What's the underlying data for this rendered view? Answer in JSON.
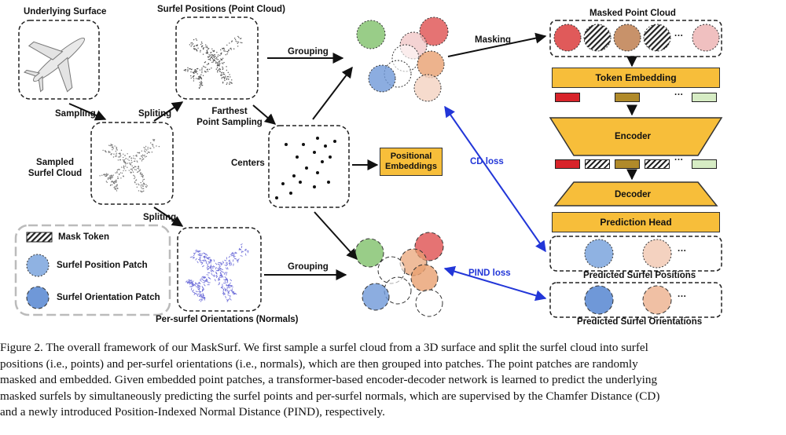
{
  "labels": {
    "underlying_surface": "Underlying Surface",
    "surfel_positions": "Surfel Positions (Point Cloud)",
    "sampling": "Sampling",
    "spliting_top": "Spliting",
    "spliting_bottom": "Spliting",
    "sampled_surfel_cloud_line1": "Sampled",
    "sampled_surfel_cloud_line2": "Surfel Cloud",
    "farthest_line1": "Farthest",
    "farthest_line2": "Point Sampling",
    "grouping_top": "Grouping",
    "grouping_bottom": "Grouping",
    "centers": "Centers",
    "positional_embeddings_line1": "Positional",
    "positional_embeddings_line2": "Embeddings",
    "masking": "Masking",
    "masked_point_cloud": "Masked Point Cloud",
    "token_embedding": "Token Embedding",
    "encoder": "Encoder",
    "decoder": "Decoder",
    "prediction_head": "Prediction Head",
    "predicted_surfel_positions": "Predicted Surfel Positions",
    "predicted_surfel_orientations": "Predicted Surfel Orientations",
    "per_surfel_orientations": "Per-surfel Orientations (Normals)",
    "cd_loss": "CD loss",
    "pind_loss": "PIND loss",
    "ellipsis": "···"
  },
  "legend": {
    "mask_token": "Mask Token",
    "surfel_position_patch": "Surfel Position Patch",
    "surfel_orientation_patch": "Surfel Orientation Patch"
  },
  "caption": {
    "line1": "Figure 2. The overall framework of our MaskSurf. We first sample a surfel cloud from a 3D surface and split the surfel cloud into surfel",
    "line2": "positions (i.e., points) and per-surfel orientations (i.e., normals), which are then grouped into patches. The point patches are randomly",
    "line3": "masked and embedded. Given embedded point patches, a transformer-based encoder-decoder network is learned to predict the underlying",
    "line4": "masked surfels by simultaneously predicting the surfel points and per-surfel normals, which are supervised by the Chamfer Distance (CD)",
    "line5": "and a newly introduced Position-Indexed Normal Distance (PIND), respectively."
  },
  "colors": {
    "accent_yellow": "#f7be3a",
    "loss_blue": "#2236d8",
    "patch_red": "#e05a5a",
    "patch_green": "#7fc06a",
    "patch_blue": "#6f98d8",
    "patch_orange": "#e8a070",
    "token_red": "#d8232a",
    "token_brown": "#b08a2a",
    "token_lightgreen": "#d6ecc4"
  }
}
